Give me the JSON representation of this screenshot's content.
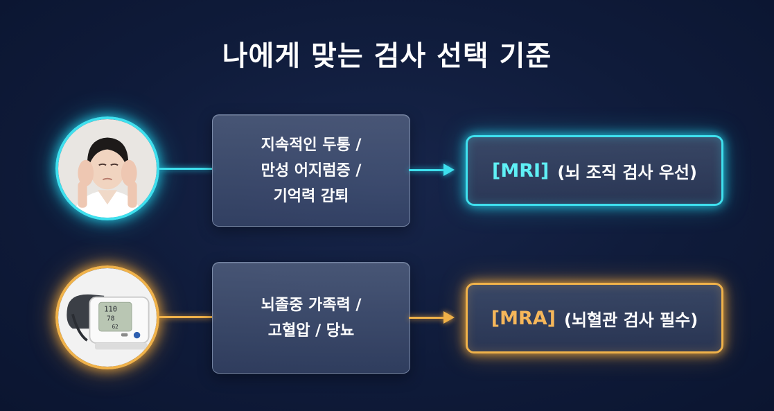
{
  "title": "나에게 맞는 검사 선택 기준",
  "rows": [
    {
      "image": "headache-woman-photo",
      "condition_lines": [
        "지속적인 두통 /",
        "만성 어지럼증 /",
        "기억력 감퇴"
      ],
      "result_tag": "[MRI]",
      "result_text": "(뇌 조직 검사 우선)",
      "accent": "#3fe0ee"
    },
    {
      "image": "blood-pressure-monitor-photo",
      "monitor_display": [
        "110",
        "78",
        "62"
      ],
      "condition_lines": [
        "뇌졸중 가족력 /",
        "고혈압 / 당뇨"
      ],
      "result_tag": "[MRA]",
      "result_text": "(뇌혈관 검사 필수)",
      "accent": "#f0b24a"
    }
  ]
}
